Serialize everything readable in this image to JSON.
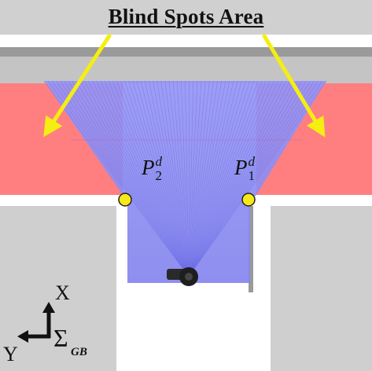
{
  "title": "Blind Spots Area",
  "points": {
    "p2": {
      "base": "P",
      "sup": "d",
      "sub": "2"
    },
    "p1": {
      "base": "P",
      "sup": "d",
      "sub": "1"
    }
  },
  "frame": {
    "x_label": "X",
    "y_label": "Y",
    "symbol": "Σ",
    "subscript": "GB"
  },
  "colors": {
    "wall_gray": "#cfcfcf",
    "blind_spot": "#ff7f80",
    "sensor_fov": "#8c8cf2",
    "marker": "#f7e81a",
    "arrow": "#f5ee12"
  }
}
